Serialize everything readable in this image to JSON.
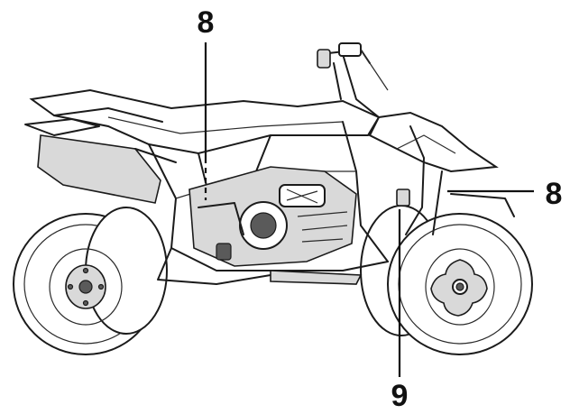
{
  "callouts": [
    {
      "id": "top",
      "label": "8"
    },
    {
      "id": "right",
      "label": "8"
    },
    {
      "id": "bottom",
      "label": "9"
    }
  ]
}
